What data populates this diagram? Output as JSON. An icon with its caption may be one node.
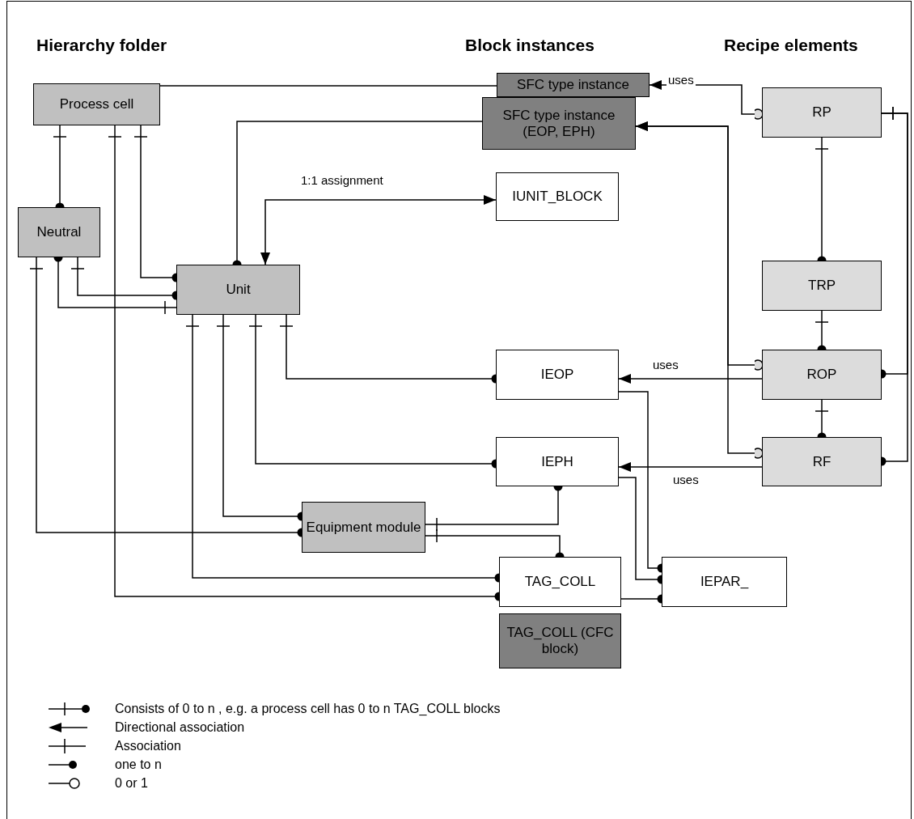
{
  "diagram": {
    "nodes": [
      {
        "text": [
          "Process cell"
        ]
      },
      {
        "text": [
          "Neutral"
        ]
      },
      {
        "text": [
          "Unit"
        ]
      },
      {
        "text": [
          "Equipment module"
        ]
      },
      {
        "text": [
          "SFC type instance"
        ]
      },
      {
        "text": [
          "SFC type instance (EOP, EPH)"
        ]
      },
      {
        "text": [
          "IUNIT_BLOCK"
        ]
      },
      {
        "text": [
          "IEOP"
        ]
      },
      {
        "text": [
          "IEPH"
        ]
      },
      {
        "text": [
          "TAG_COLL"
        ]
      },
      {
        "text": [
          "TAG_COLL (CFC block)"
        ]
      },
      {
        "text": [
          "IEPAR_"
        ]
      },
      {
        "text": [
          "RP"
        ]
      },
      {
        "text": [
          "TRP"
        ]
      },
      {
        "text": [
          "ROP"
        ]
      },
      {
        "text": [
          "RF"
        ]
      }
    ],
    "edges": [
      {
        "from": 0,
        "to": 4,
        "arrow": "none"
      },
      {
        "from": 2,
        "to": 5,
        "arrow": "other"
      },
      {
        "from": 0,
        "to": 1,
        "arrow": "other"
      },
      {
        "from": 0,
        "to": 2,
        "arrow": "other"
      },
      {
        "from": 0,
        "to": 9,
        "arrow": "other"
      },
      {
        "from": 1,
        "to": 2,
        "arrow": "other"
      },
      {
        "from": 1,
        "to": 2,
        "arrow": "other"
      },
      {
        "from": 1,
        "to": 3,
        "arrow": "other"
      },
      {
        "from": 2,
        "to": 6,
        "arrow": "both",
        "label": "1:1 assignment"
      },
      {
        "from": 2,
        "to": 9,
        "arrow": "other"
      },
      {
        "from": 2,
        "to": 3,
        "arrow": "other"
      },
      {
        "from": 2,
        "to": 8,
        "arrow": "other"
      },
      {
        "from": 2,
        "to": 7,
        "arrow": "other"
      },
      {
        "from": 12,
        "to": 4,
        "arrow": "to",
        "label": "uses"
      },
      {
        "from": 14,
        "to": 5,
        "arrow": "to"
      },
      {
        "from": 15,
        "to": 5,
        "arrow": "to"
      },
      {
        "from": 12,
        "to": 13,
        "arrow": "other"
      },
      {
        "from": 13,
        "to": 14,
        "arrow": "other"
      },
      {
        "from": 14,
        "to": 15,
        "arrow": "other"
      },
      {
        "from": 12,
        "to": 14,
        "arrow": "other"
      },
      {
        "from": 12,
        "to": 15,
        "arrow": "other"
      },
      {
        "from": 14,
        "to": 7,
        "arrow": "to",
        "label": "uses"
      },
      {
        "from": 15,
        "to": 8,
        "arrow": "to",
        "label": "uses"
      },
      {
        "from": 3,
        "to": 8,
        "arrow": "other"
      },
      {
        "from": 3,
        "to": 9,
        "arrow": "other"
      },
      {
        "from": 7,
        "to": 11,
        "arrow": "other"
      },
      {
        "from": 8,
        "to": 11,
        "arrow": "other"
      },
      {
        "from": 9,
        "to": 11,
        "arrow": "other"
      }
    ],
    "labels": [
      "Hierarchy folder",
      "Block instances",
      "Recipe elements"
    ],
    "legend": [
      {
        "text": "Consists of 0 to n , e.g. a process cell has 0 to n TAG_COLL blocks"
      },
      {
        "text": "Directional association"
      },
      {
        "text": "Association"
      },
      {
        "text": "one to n"
      },
      {
        "text": "0 or 1"
      }
    ]
  }
}
